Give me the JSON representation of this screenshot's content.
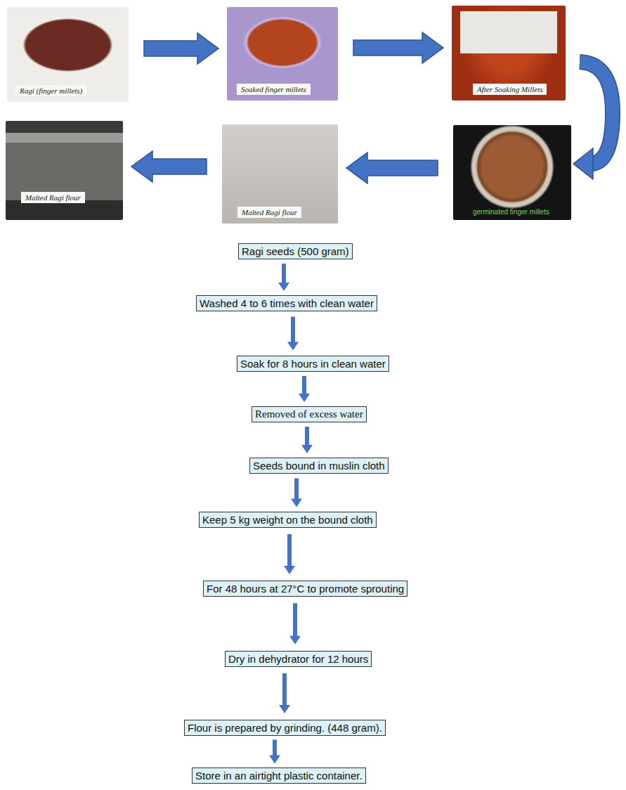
{
  "diagram": {
    "nodes": [
      {
        "text": [
          "Ragi (finger millets)"
        ]
      },
      {
        "text": [
          "Soaked finger millets"
        ]
      },
      {
        "text": [
          "After Soaking Millets"
        ]
      },
      {
        "text": [
          "germinated finger millets"
        ]
      },
      {
        "text": [
          "Malted Ragi flour"
        ]
      },
      {
        "text": [
          "Malted Ragi flour"
        ]
      },
      {
        "text": [
          "Ragi seeds (500 gram)"
        ]
      },
      {
        "text": [
          "Washed 4 to 6 times with clean water"
        ]
      },
      {
        "text": [
          "Soak for 8 hours in clean water"
        ]
      },
      {
        "text": [
          "Removed of excess water"
        ]
      },
      {
        "text": [
          "Seeds bound in muslin cloth"
        ]
      },
      {
        "text": [
          "Keep 5 kg weight on the bound cloth"
        ]
      },
      {
        "text": [
          "For 48 hours at 27°C to promote sprouting"
        ]
      },
      {
        "text": [
          "Dry in dehydrator for 12 hours"
        ]
      },
      {
        "text": [
          "Flour is prepared by grinding. (448 gram)."
        ]
      },
      {
        "text": [
          "Store in an airtight plastic container."
        ]
      }
    ],
    "edges": [
      {
        "from": 0,
        "to": 1,
        "arrow": "to"
      },
      {
        "from": 1,
        "to": 2,
        "arrow": "to"
      },
      {
        "from": 2,
        "to": 3,
        "arrow": "to"
      },
      {
        "from": 3,
        "to": 4,
        "arrow": "to"
      },
      {
        "from": 4,
        "to": 5,
        "arrow": "to"
      },
      {
        "from": 6,
        "to": 7,
        "arrow": "to"
      },
      {
        "from": 7,
        "to": 8,
        "arrow": "to"
      },
      {
        "from": 8,
        "to": 9,
        "arrow": "to"
      },
      {
        "from": 9,
        "to": 10,
        "arrow": "to"
      },
      {
        "from": 10,
        "to": 11,
        "arrow": "to"
      },
      {
        "from": 11,
        "to": 12,
        "arrow": "to"
      },
      {
        "from": 12,
        "to": 13,
        "arrow": "to"
      },
      {
        "from": 13,
        "to": 14,
        "arrow": "to"
      },
      {
        "from": 14,
        "to": 15,
        "arrow": "to"
      }
    ]
  }
}
